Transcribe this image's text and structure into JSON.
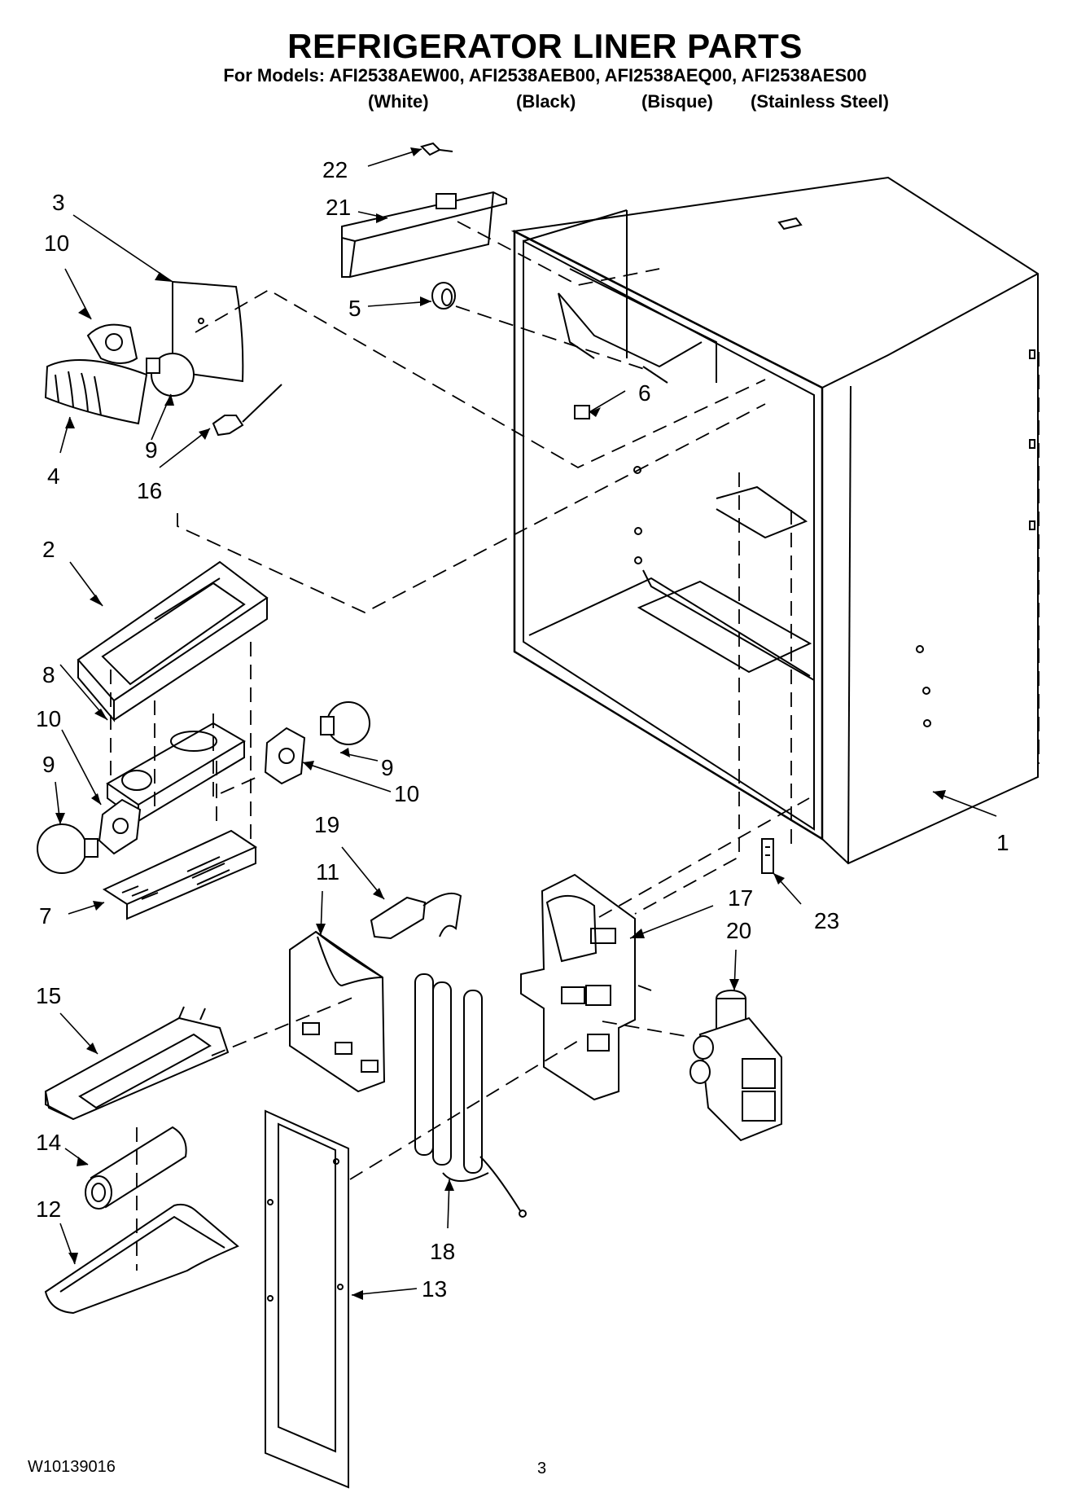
{
  "title": "REFRIGERATOR LINER PARTS",
  "models_line": "For Models: AFI2538AEW00, AFI2538AEB00, AFI2538AEQ00, AFI2538AES00",
  "colors": [
    "(White)",
    "(Black)",
    "(Bisque)",
    "(Stainless Steel)"
  ],
  "callouts": {
    "c1": "1",
    "c2": "2",
    "c3": "3",
    "c4": "4",
    "c5": "5",
    "c6": "6",
    "c7": "7",
    "c8": "8",
    "c9a": "9",
    "c9b": "9",
    "c9c": "9",
    "c10a": "10",
    "c10b": "10",
    "c10c": "10",
    "c11": "11",
    "c12": "12",
    "c13": "13",
    "c14": "14",
    "c15": "15",
    "c16": "16",
    "c17": "17",
    "c18": "18",
    "c19": "19",
    "c20": "20",
    "c21": "21",
    "c22": "22",
    "c23": "23"
  },
  "footer": {
    "doc_code": "W10139016",
    "page": "3"
  }
}
